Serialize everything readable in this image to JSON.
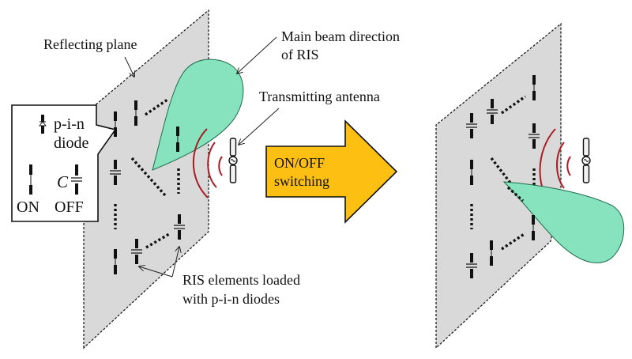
{
  "labels": {
    "reflecting_plane": "Reflecting plane",
    "main_beam_line1": "Main beam direction",
    "main_beam_line2": "of RIS",
    "transmitting_antenna": "Transmitting antenna",
    "ris_elements_line1": "RIS elements loaded",
    "ris_elements_line2": "with p-i-n diodes",
    "switch_line1": "ON/OFF",
    "switch_line2": "switching"
  },
  "legend": {
    "diode_line1": "p-i-n",
    "diode_line2": "diode",
    "capacitor_symbol": "C",
    "on_label": "ON",
    "off_label": "OFF"
  },
  "colors": {
    "beam_fill": "#86e3bd",
    "arrow_fill": "#fdbf11",
    "plane_fill": "#d9d9d9",
    "wave_stroke": "#a81c24"
  },
  "states": {
    "left_panel": {
      "elements": [
        "ON",
        "OFF",
        "ON",
        "OFF",
        "ON",
        "OFF",
        "ON",
        "OFF"
      ]
    },
    "right_panel": {
      "elements": [
        "OFF",
        "OFF",
        "ON",
        "OFF",
        "ON",
        "ON",
        "OFF",
        "ON"
      ]
    }
  }
}
